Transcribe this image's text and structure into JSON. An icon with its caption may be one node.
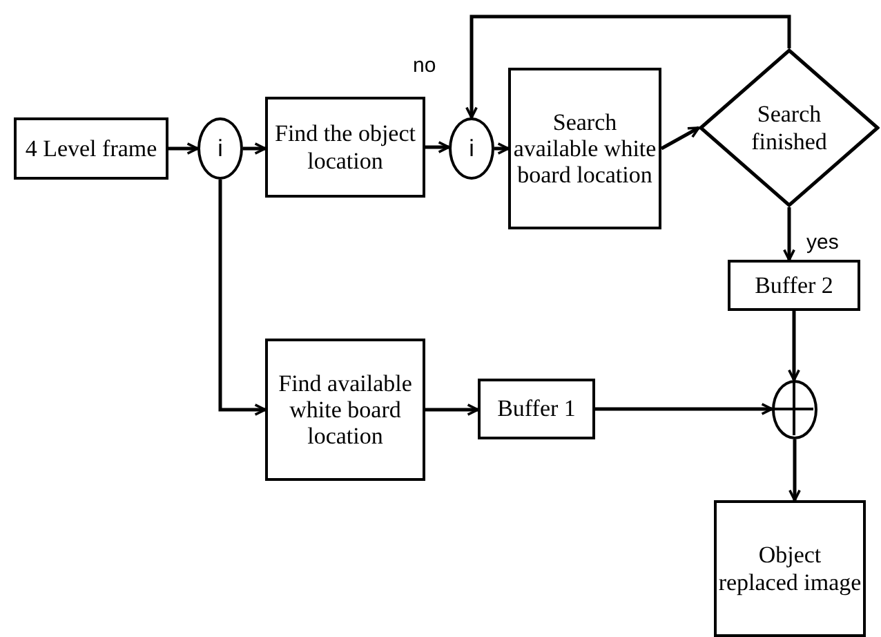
{
  "diagram": {
    "nodes": [
      {
        "text": [
          "4 Level frame"
        ]
      },
      {
        "text": [
          "i"
        ]
      },
      {
        "text": [
          "Find the object location"
        ]
      },
      {
        "text": [
          "i"
        ]
      },
      {
        "text": [
          "Search available white board location"
        ]
      },
      {
        "text": [
          "Search finished"
        ]
      },
      {
        "text": [
          "Buffer 2"
        ]
      },
      {
        "text": [
          "Find available white board location"
        ]
      },
      {
        "text": [
          "Buffer 1"
        ]
      },
      {
        "text": [],
        "shape": "circle"
      },
      {
        "text": [
          "Object replaced image"
        ]
      }
    ],
    "edges": [
      {
        "from": 0,
        "to": 1,
        "arrow": "to"
      },
      {
        "from": 1,
        "to": 2,
        "arrow": "to"
      },
      {
        "from": 2,
        "to": 3,
        "arrow": "to"
      },
      {
        "from": 3,
        "to": 4,
        "arrow": "to"
      },
      {
        "from": 4,
        "to": 5,
        "arrow": "to"
      },
      {
        "from": 5,
        "to": 3,
        "arrow": "to",
        "label": "no"
      },
      {
        "from": 5,
        "to": 6,
        "arrow": "to",
        "label": "yes"
      },
      {
        "from": 6,
        "to": 9,
        "arrow": "to"
      },
      {
        "from": 1,
        "to": 7,
        "arrow": "to"
      },
      {
        "from": 7,
        "to": 8,
        "arrow": "to"
      },
      {
        "from": 8,
        "to": 9,
        "arrow": "to"
      },
      {
        "from": 9,
        "to": 10,
        "arrow": "to"
      }
    ]
  }
}
